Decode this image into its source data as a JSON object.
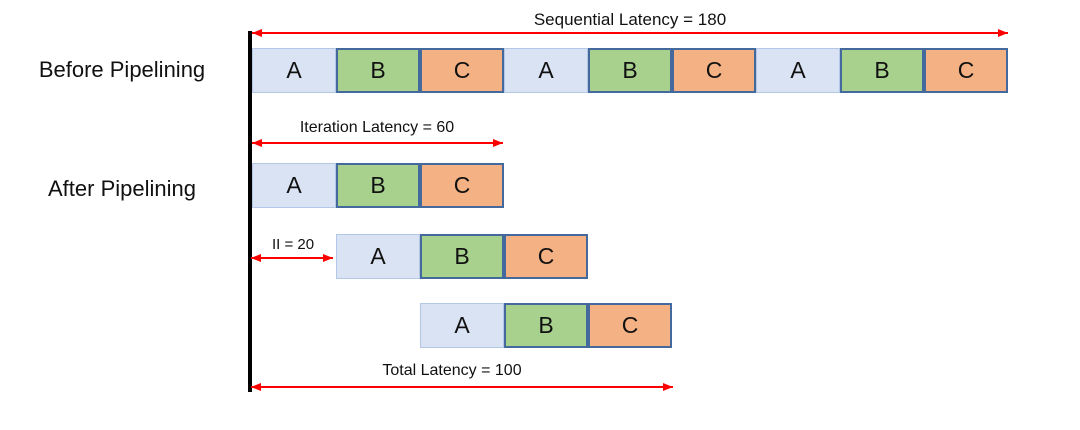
{
  "labels": {
    "before": "Before Pipelining",
    "after": "After Pipelining"
  },
  "before_row": [
    "A",
    "B",
    "C",
    "A",
    "B",
    "C",
    "A",
    "B",
    "C"
  ],
  "after_rows": [
    [
      "A",
      "B",
      "C"
    ],
    [
      "A",
      "B",
      "C"
    ],
    [
      "A",
      "B",
      "C"
    ]
  ],
  "annotations": {
    "sequential_latency": "Sequential Latency = 180",
    "iteration_latency": "Iteration Latency = 60",
    "initiation_interval": "II = 20",
    "total_latency": "Total Latency = 100"
  },
  "colors": {
    "stage_a_fill": "#dae3f3",
    "stage_a_border": "#b4c7e7",
    "stage_b_fill": "#a9d18e",
    "stage_c_fill": "#f4b183",
    "stage_border_dark": "#44699c",
    "arrow_red": "#ff0000",
    "timeline_black": "#000000"
  }
}
